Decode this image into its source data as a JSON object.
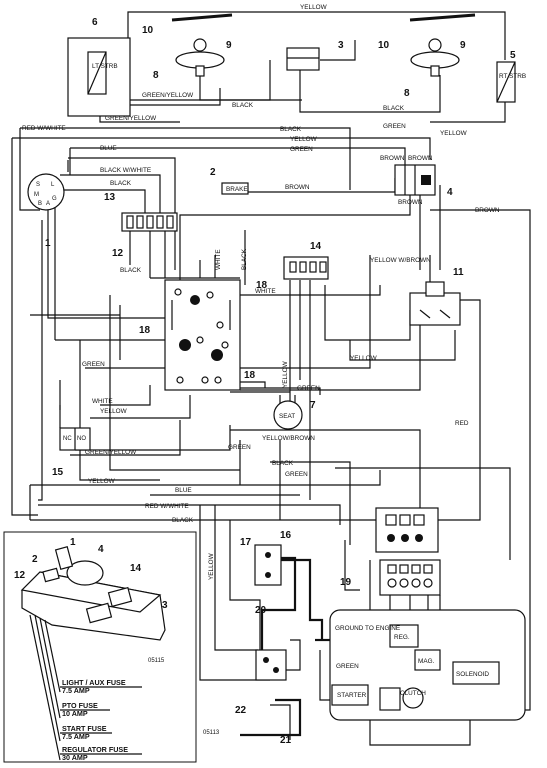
{
  "wire_labels": {
    "yellow": "YELLOW",
    "black": "BLACK",
    "green": "GREEN",
    "blue": "BLUE",
    "white": "WHITE",
    "brown": "BROWN",
    "red": "RED",
    "green_yellow": "GREEN/YELLOW",
    "red_w_white": "RED W/WHITE",
    "black_w_white": "BLACK W/WHITE",
    "yellow_w_brown": "YELLOW W/BROWN",
    "yellow_brown": "YELLOW/BROWN"
  },
  "components": {
    "lt_strobe": "LT STRB",
    "rt_strobe": "RT STRB",
    "brake": "BRAKE",
    "seat": "SEAT",
    "nc": "NC",
    "no": "NO",
    "ground_to_engine": "GROUND TO ENGINE",
    "reg": "REG.",
    "mag": "MAG.",
    "solenoid": "SOLENOID",
    "starter": "STARTER",
    "clutch": "CLUTCH",
    "key_b": "B",
    "key_m": "M",
    "key_s": "S",
    "key_l": "L",
    "key_a": "A",
    "key_g": "G"
  },
  "callouts": {
    "n1": "1",
    "n2": "2",
    "n3": "3",
    "n4": "4",
    "n5": "5",
    "n6": "6",
    "n7": "7",
    "n8": "8",
    "n9": "9",
    "n10": "10",
    "n11": "11",
    "n12": "12",
    "n13": "13",
    "n14": "14",
    "n15": "15",
    "n16": "16",
    "n17": "17",
    "n18": "18",
    "n19": "19",
    "n20": "20",
    "n21": "21",
    "n22": "22"
  },
  "inset": {
    "fig_id": "05115",
    "fuses": [
      {
        "name": "LIGHT / AUX FUSE",
        "rating": "7.5 AMP"
      },
      {
        "name": "PTO FUSE",
        "rating": "10 AMP"
      },
      {
        "name": "START FUSE",
        "rating": "7.5 AMP"
      },
      {
        "name": "REGULATOR FUSE",
        "rating": "30 AMP"
      }
    ]
  },
  "figure_id": "05113"
}
